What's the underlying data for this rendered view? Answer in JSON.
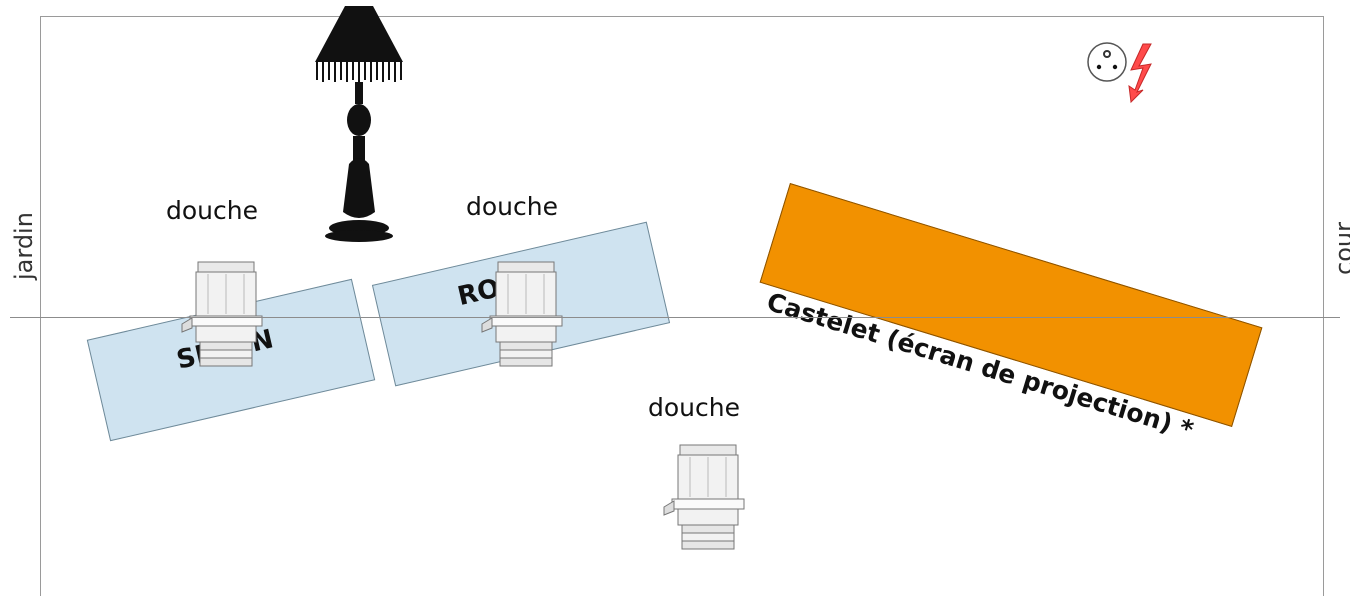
{
  "sides": {
    "left": "jardin",
    "right": "cour"
  },
  "labels": {
    "douche_1": "douche",
    "douche_2": "douche",
    "douche_3": "douche"
  },
  "panels": {
    "left": "SIMON",
    "middle": "ROBIN"
  },
  "castelet": {
    "label": "Castelet (écran de projection) *",
    "color": "#f29100"
  },
  "colors": {
    "panel": "#cfe3f0",
    "accent": "#e33b3b"
  },
  "icons": {
    "lamp": "floor-lamp-icon",
    "outlet": "power-outlet-icon",
    "spot": "spotlight-icon"
  }
}
